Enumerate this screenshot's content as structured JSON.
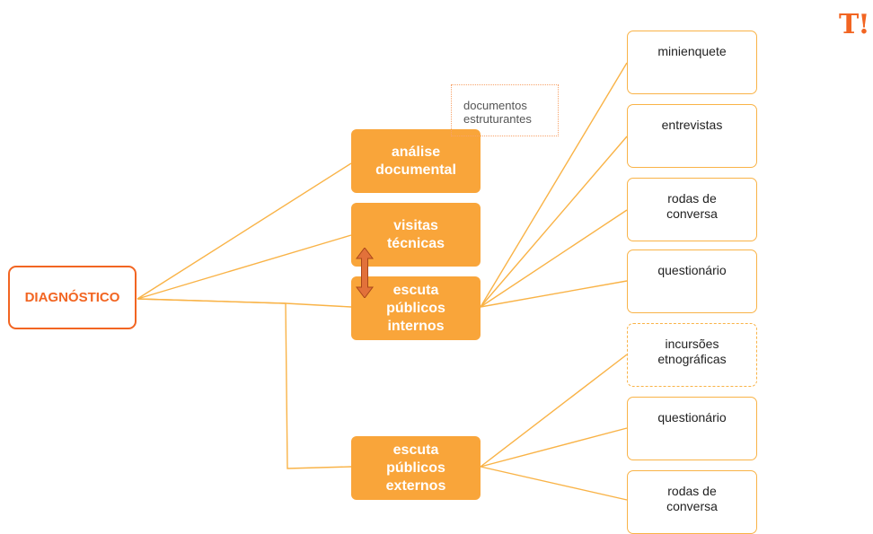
{
  "logo": "T!",
  "root": {
    "label": "DIAGNÓSTICO"
  },
  "categories": [
    {
      "label": "análise\ndocumental"
    },
    {
      "label": "visitas\ntécnicas"
    },
    {
      "label": "escuta\npúblicos\ninternos"
    },
    {
      "label": "escuta\npúblicos\nexternos"
    }
  ],
  "note": {
    "label": "documentos\nestruturantes"
  },
  "internal_methods": [
    {
      "label": "minienquete"
    },
    {
      "label": "entrevistas"
    },
    {
      "label": "rodas de\nconversa"
    },
    {
      "label": "questionário"
    }
  ],
  "external_methods": [
    {
      "label": "incursões\netnográficas",
      "style": "dashed"
    },
    {
      "label": "questionário"
    },
    {
      "label": "rodas de\nconversa"
    }
  ],
  "colors": {
    "brand": "#f26522",
    "box_fill": "#f9a53a",
    "line": "#f9b347",
    "arrow": "#e2713a"
  }
}
